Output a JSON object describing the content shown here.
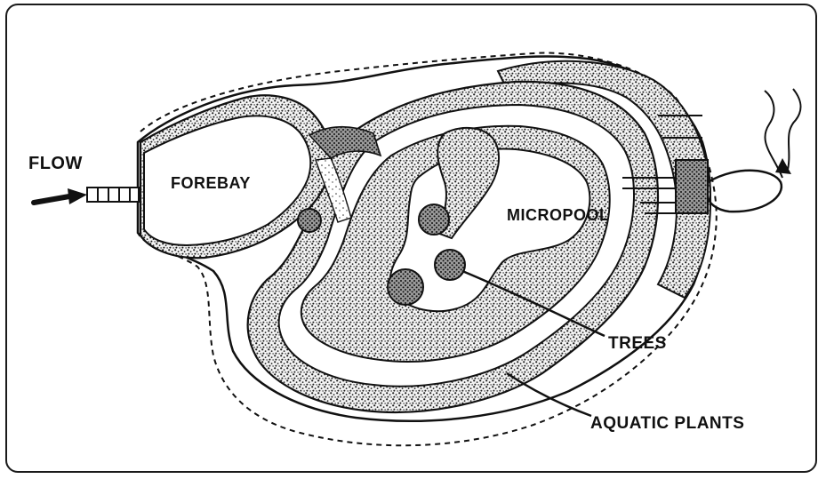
{
  "labels": {
    "flow": "FLOW",
    "forebay": "FOREBAY",
    "micropool": "MICROPOOL",
    "trees": "TREES",
    "aquatic_plants": "AQUATIC PLANTS"
  },
  "colors": {
    "ink": "#111111",
    "stipple": "#2a2a2a",
    "background": "#ffffff"
  }
}
